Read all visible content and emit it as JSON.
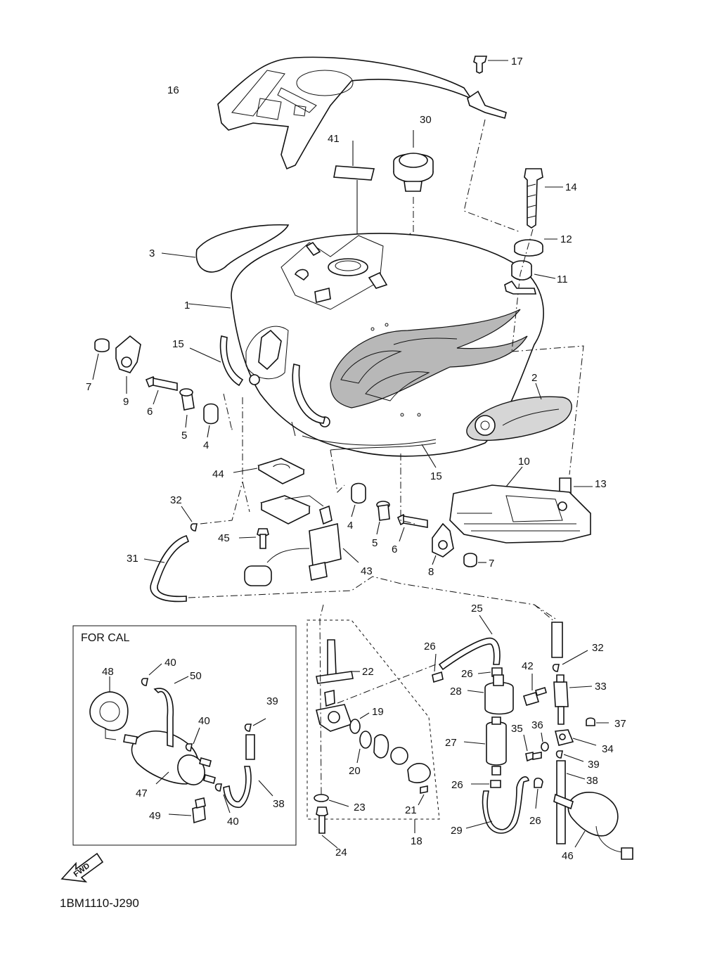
{
  "callouts": {
    "c1": "1",
    "c2": "2",
    "c3": "3",
    "c4a": "4",
    "c4b": "4",
    "c5a": "5",
    "c5b": "5",
    "c6a": "6",
    "c6b": "6",
    "c7a": "7",
    "c7b": "7",
    "c8": "8",
    "c9": "9",
    "c10": "10",
    "c11": "11",
    "c12": "12",
    "c13": "13",
    "c14": "14",
    "c15a": "15",
    "c15b": "15",
    "c16": "16",
    "c17": "17",
    "c18": "18",
    "c19": "19",
    "c20": "20",
    "c21": "21",
    "c22": "22",
    "c23": "23",
    "c24": "24",
    "c25": "25",
    "c26a": "26",
    "c26b": "26",
    "c26c": "26",
    "c26d": "26",
    "c27": "27",
    "c28": "28",
    "c29": "29",
    "c30": "30",
    "c31": "31",
    "c32a": "32",
    "c32b": "32",
    "c33": "33",
    "c34": "34",
    "c35": "35",
    "c36": "36",
    "c37": "37",
    "c38a": "38",
    "c38b": "38",
    "c39a": "39",
    "c39b": "39",
    "c40a": "40",
    "c40b": "40",
    "c40c": "40",
    "c41": "41",
    "c42": "42",
    "c43": "43",
    "c44": "44",
    "c45": "45",
    "c46": "46",
    "c47": "47",
    "c48": "48",
    "c49": "49",
    "c50": "50"
  },
  "inset": {
    "title": "FOR CAL"
  },
  "fwd_badge": "FWD",
  "diagram_code": "1BM1110-J290"
}
